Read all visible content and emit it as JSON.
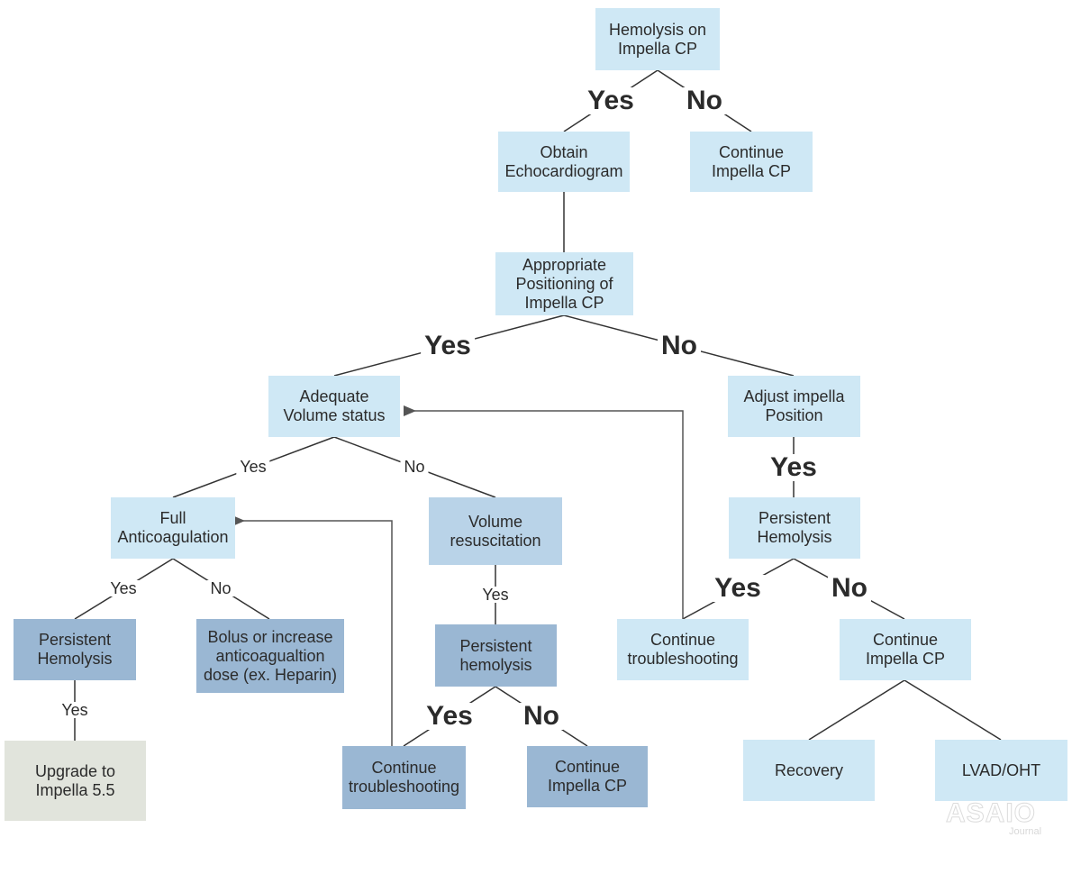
{
  "nodes": {
    "root": "Hemolysis on\nImpella CP",
    "obtain_echo": "Obtain\nEchocardiogram",
    "continue_top": "Continue\nImpella CP",
    "appropriate_positioning": "Appropriate\nPositioning of\nImpella CP",
    "adequate_volume": "Adequate\nVolume status",
    "adjust_position": "Adjust impella\nPosition",
    "full_anticoag": "Full\nAnticoagulation",
    "volume_resus": "Volume\nresuscitation",
    "persistent_hemolysis_right": "Persistent\nHemolysis",
    "persistent_hemolysis_left": "Persistent\nHemolysis",
    "bolus_increase": "Bolus or increase\nanticoagualtion\ndose (ex. Heparin)",
    "persistent_hemolysis_mid": "Persistent\nhemolysis",
    "continue_troubleshooting_right": "Continue\ntroubleshooting",
    "continue_impella_right": "Continue\nImpella CP",
    "upgrade_55": "Upgrade to\nImpella 5.5",
    "continue_troubleshooting_mid": "Continue\ntroubleshooting",
    "continue_impella_mid": "Continue\nImpella CP",
    "recovery": "Recovery",
    "lvad_oht": "LVAD/OHT"
  },
  "labels": {
    "root_yes": "Yes",
    "root_no": "No",
    "positioning_yes": "Yes",
    "positioning_no": "No",
    "volume_yes": "Yes",
    "volume_no": "No",
    "adjust_yes": "Yes",
    "persist_right_yes": "Yes",
    "persist_right_no": "No",
    "anticoag_yes": "Yes",
    "anticoag_no": "No",
    "resus_yes": "Yes",
    "persist_left_yes": "Yes",
    "persist_mid_yes": "Yes",
    "persist_mid_no": "No"
  },
  "watermark": {
    "brand": "ASAIO",
    "sub": "Journal"
  },
  "colors": {
    "light_box": "#cfe8f5",
    "mid_box": "#b9d3e8",
    "dark_box": "#9ab7d3",
    "gray_box": "#e1e4dc",
    "line": "#333333",
    "arrow": "#555555"
  }
}
